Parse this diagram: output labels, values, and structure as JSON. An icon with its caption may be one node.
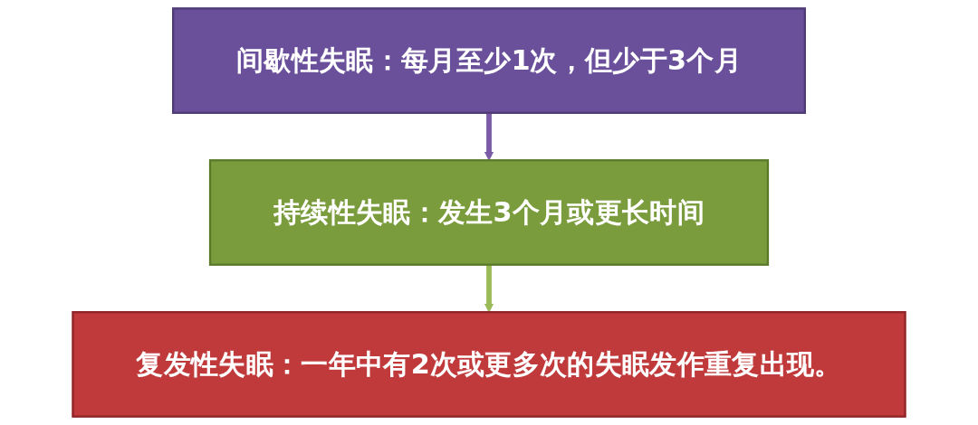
{
  "diagram": {
    "nodes": [
      {
        "text": [
          "间歇性失眠：每月至少1次，但少于3个月"
        ]
      },
      {
        "text": [
          "持续性失眠：发生3个月或更长时间"
        ]
      },
      {
        "text": [
          "复发性失眠：一年中有2次或更多次的失眠发作重复出现。"
        ]
      }
    ],
    "edges": [
      {
        "from": 0,
        "to": 1,
        "arrow": "to",
        "color": "#7b5aa6"
      },
      {
        "from": 1,
        "to": 2,
        "arrow": "to",
        "color": "#9bbb59"
      }
    ]
  }
}
